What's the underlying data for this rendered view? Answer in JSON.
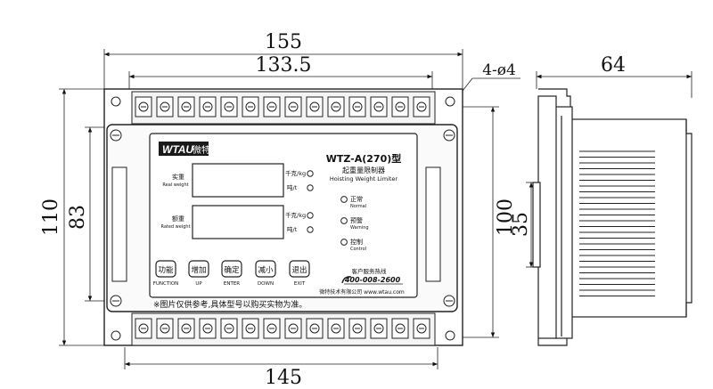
{
  "dimensions": {
    "overall_width": "155",
    "hole_spacing": "133.5",
    "hole_spec": "4-ø4",
    "depth": "64",
    "overall_height": "110",
    "hole_height": "83",
    "side_height": "100",
    "side_window": "35",
    "bottom_width": "145"
  },
  "panel": {
    "brand": "WTAU",
    "brand_cn": "微特",
    "model": "WTZ-A(270)型",
    "title_cn": "起重量限制器",
    "title_en": "Hoisting Weight Limiter",
    "display1_cn": "实重",
    "display1_en": "Real weight",
    "display2_cn": "额重",
    "display2_en": "Rated weight",
    "unit_kg": "千克/kg",
    "unit_t": "吨/t",
    "status": [
      {
        "cn": "正常",
        "en": "Normal"
      },
      {
        "cn": "预警",
        "en": "Warning"
      },
      {
        "cn": "控制",
        "en": "Control"
      }
    ],
    "buttons": [
      {
        "cn": "功能",
        "en": "FUNCTION"
      },
      {
        "cn": "增加",
        "en": "UP"
      },
      {
        "cn": "确定",
        "en": "ENTER"
      },
      {
        "cn": "减小",
        "en": "DOWN"
      },
      {
        "cn": "退出",
        "en": "EXIT"
      }
    ],
    "hotline_label": "客户服务热线",
    "hotline": "400-008-2600",
    "company": "微特技术有限公司 www.wtau.com",
    "note": "※图片仅供参考,具体型号以购买实物为准。"
  }
}
